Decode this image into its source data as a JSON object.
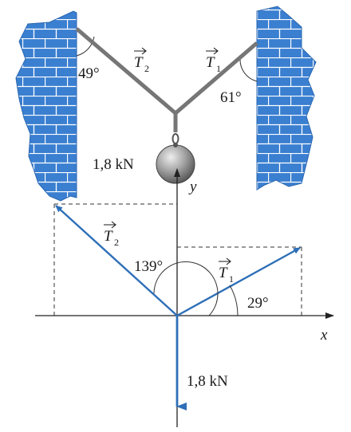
{
  "colors": {
    "wall": "#3a7fd0",
    "wall_edge": "#2a66b0",
    "mortar": "#ffffff",
    "cable": "#767676",
    "vector": "#2e6fb7",
    "dash": "#333333",
    "axis": "#222222"
  },
  "labels": {
    "t2_symbol": "T",
    "t2_sub": "2",
    "t1_symbol": "T",
    "t1_sub": "1",
    "angle_left_wall": "49°",
    "angle_right_wall": "61°",
    "weight": "1,8 kN",
    "axis_y": "y",
    "axis_x": "x",
    "vec_t2_symbol": "T",
    "vec_t2_sub": "2",
    "vec_t1_symbol": "T",
    "vec_t1_sub": "1",
    "angle_139": "139°",
    "angle_29": "29°",
    "weight_vector": "1,8 kN"
  }
}
